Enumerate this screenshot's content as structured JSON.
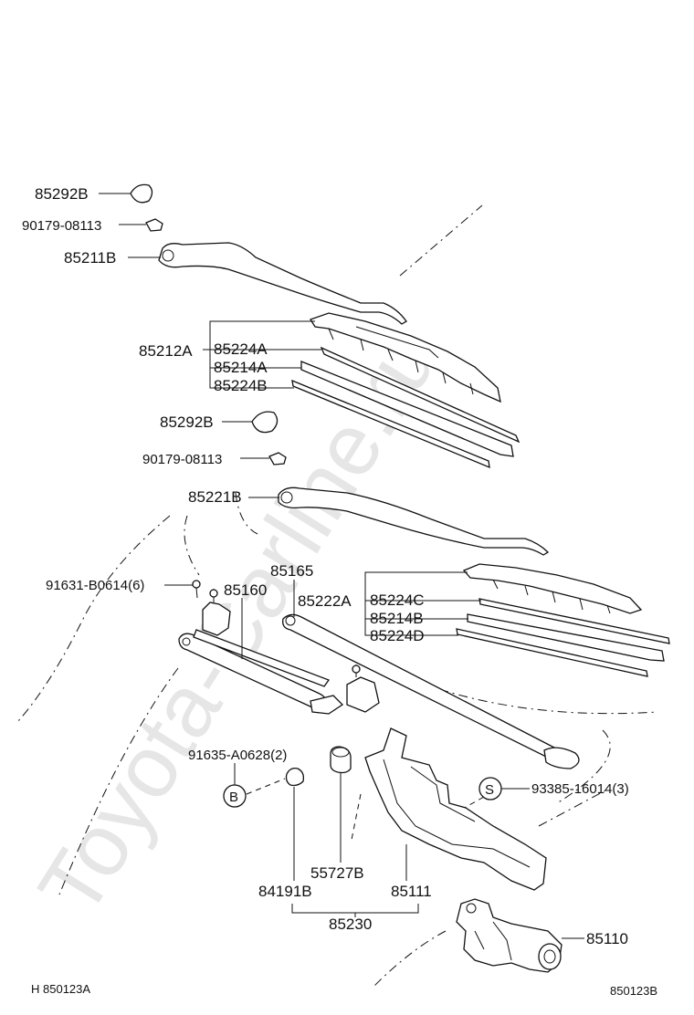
{
  "watermark": "Toyota-Carline.ru",
  "parts": {
    "cap_upper": "85292B",
    "nut_upper": "90179-08113",
    "arm_right": "85211B",
    "blade_right": "85212A",
    "insert_a": "85224A",
    "rubber_a": "85214A",
    "insert_b": "85224B",
    "cap_lower": "85292B",
    "nut_lower": "90179-08113",
    "arm_left": "85221B",
    "bolt": "91631-B0614(6)",
    "link_rod_1": "85160",
    "link_rod_2": "85165",
    "blade_left": "85222A",
    "insert_c": "85224C",
    "rubber_b": "85214B",
    "insert_d": "85224D",
    "clip": "91635-A0628(2)",
    "ref_b": "B",
    "ref_s": "S",
    "screw": "93385-16014(3)",
    "grommet": "55727B",
    "cushion": "84191B",
    "bracket": "85111",
    "link_assy": "85230",
    "motor": "85110"
  },
  "footer": {
    "left_code": "H 850123A",
    "right_code": "850123B"
  }
}
